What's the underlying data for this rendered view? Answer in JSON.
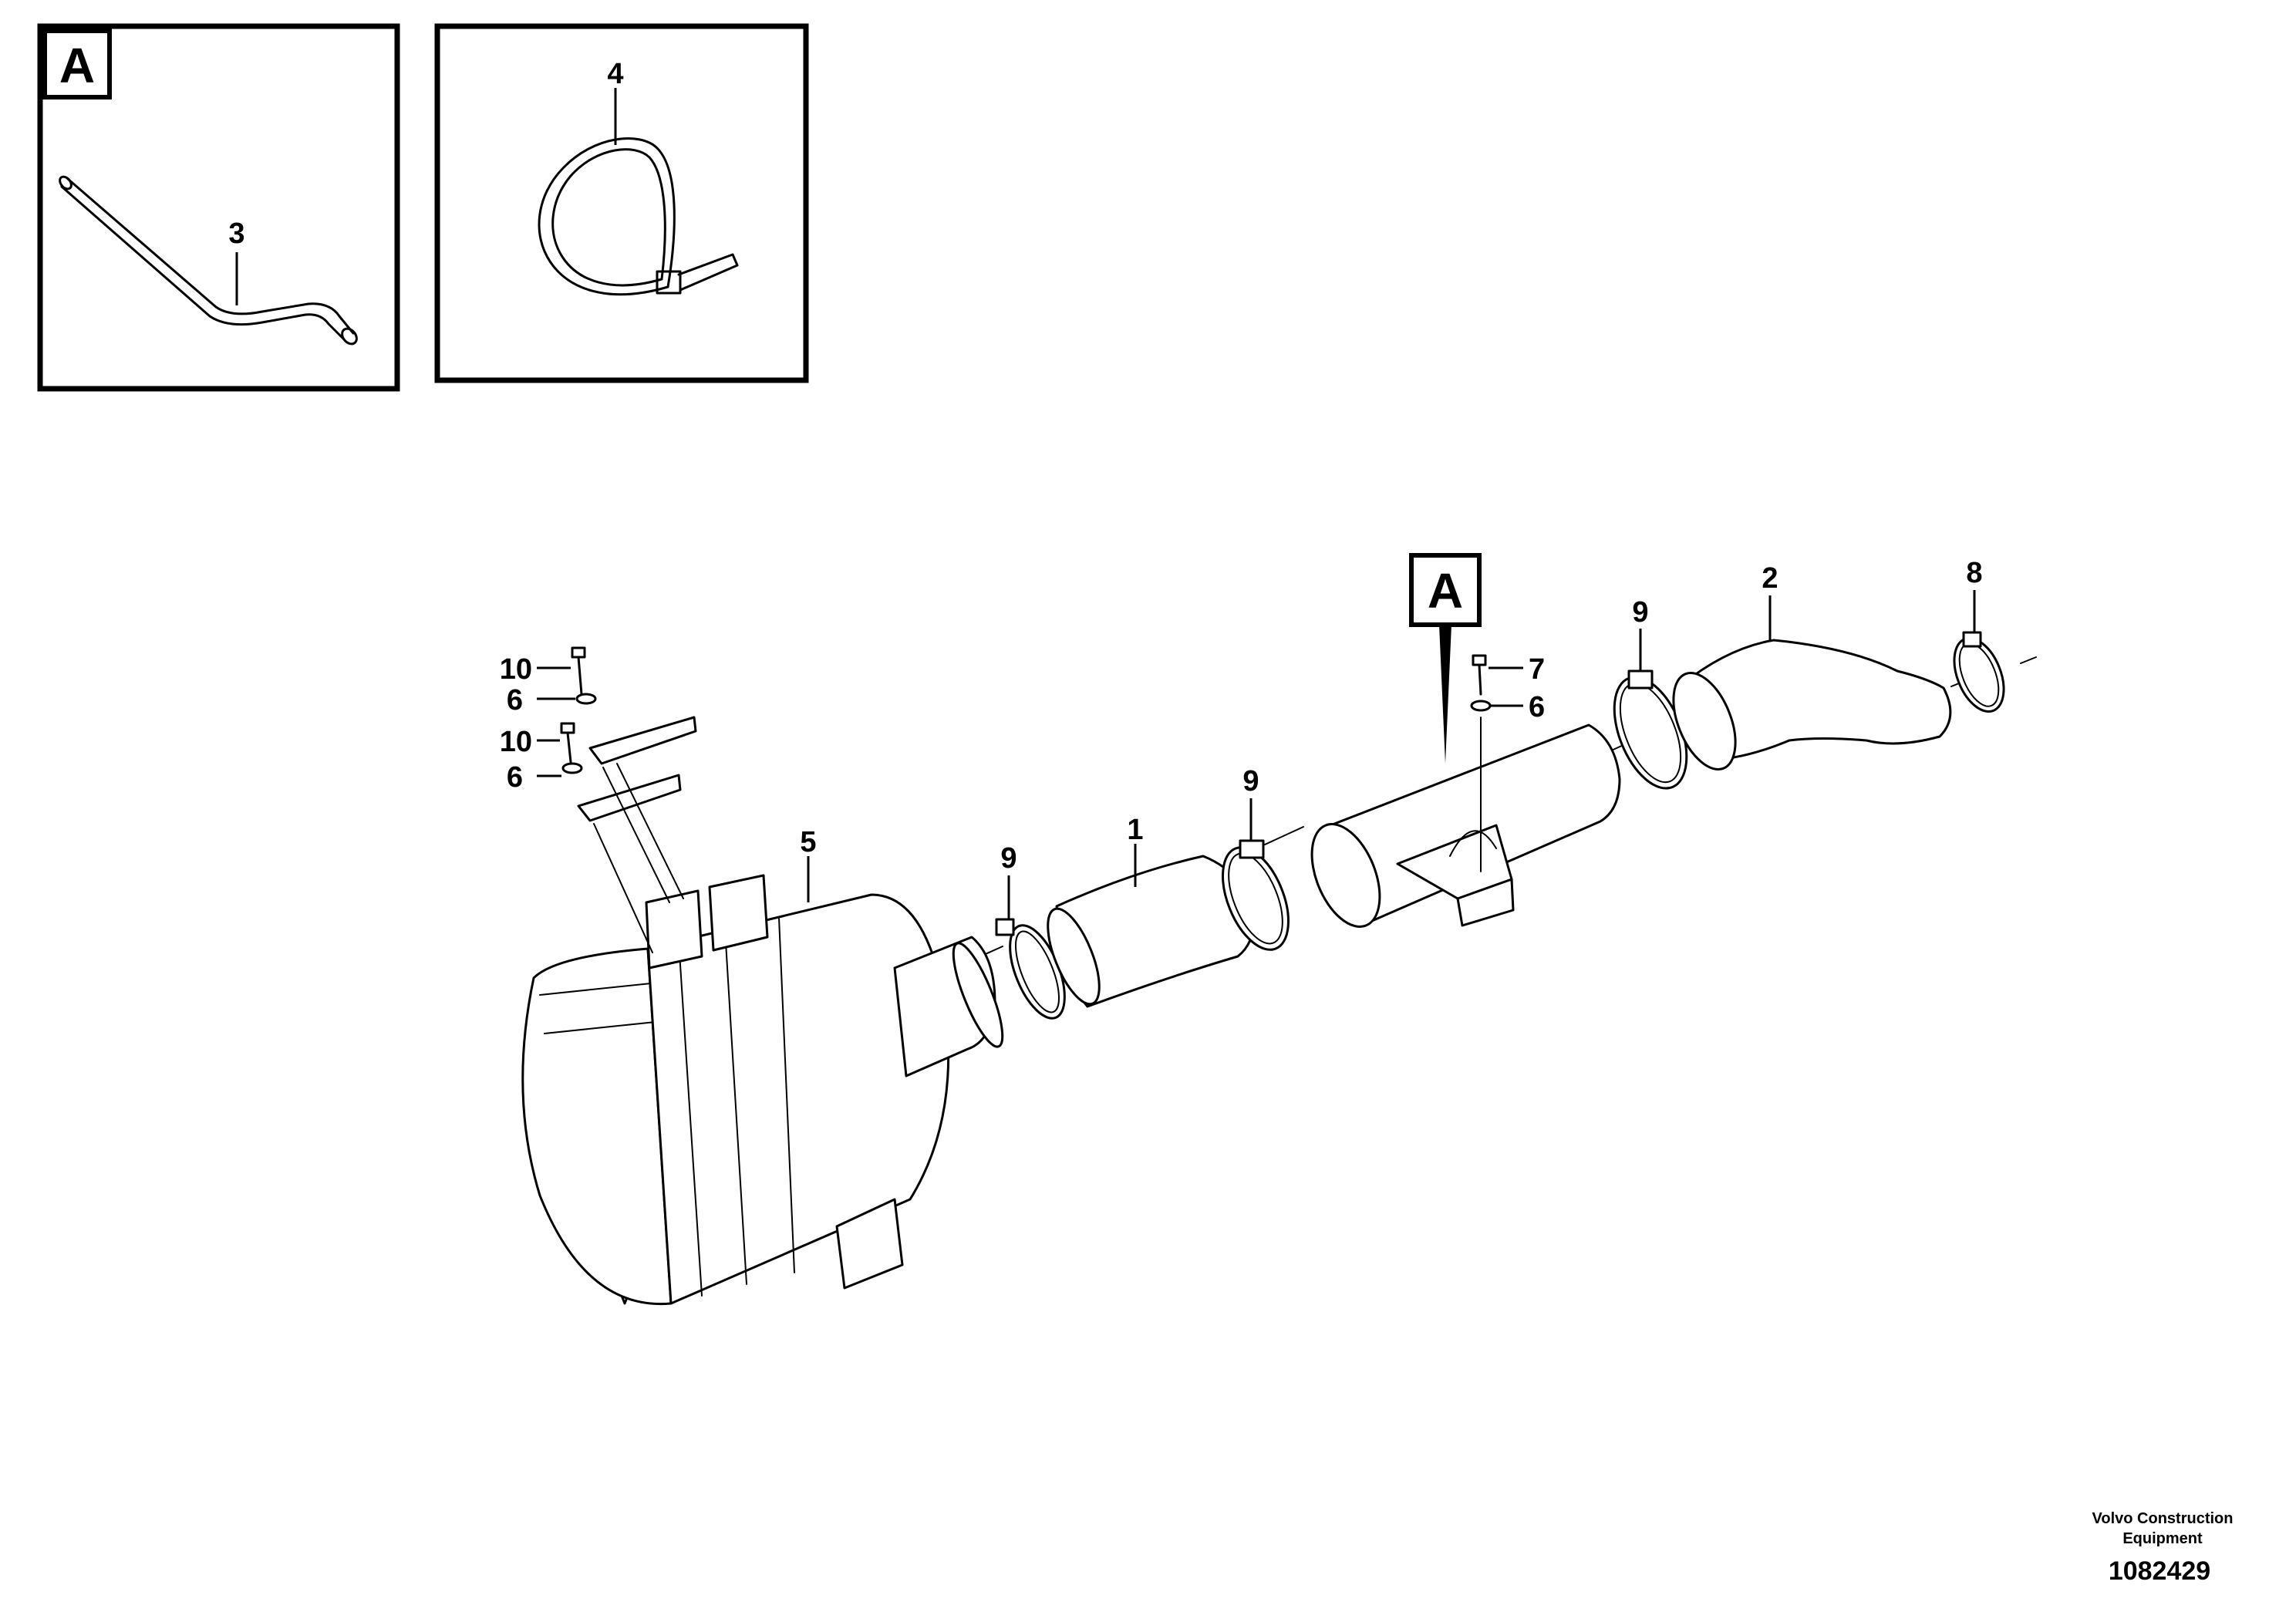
{
  "detail_marker": "A",
  "callouts": {
    "c1": "1",
    "c2": "2",
    "c3": "3",
    "c4": "4",
    "c5": "5",
    "c6a": "6",
    "c6b": "6",
    "c6c": "6",
    "c7": "7",
    "c8": "8",
    "c9a": "9",
    "c9b": "9",
    "c9c": "9",
    "c10a": "10",
    "c10b": "10"
  },
  "footer": {
    "company_line1": "Volvo Construction",
    "company_line2": "Equipment",
    "document_number": "1082429"
  }
}
